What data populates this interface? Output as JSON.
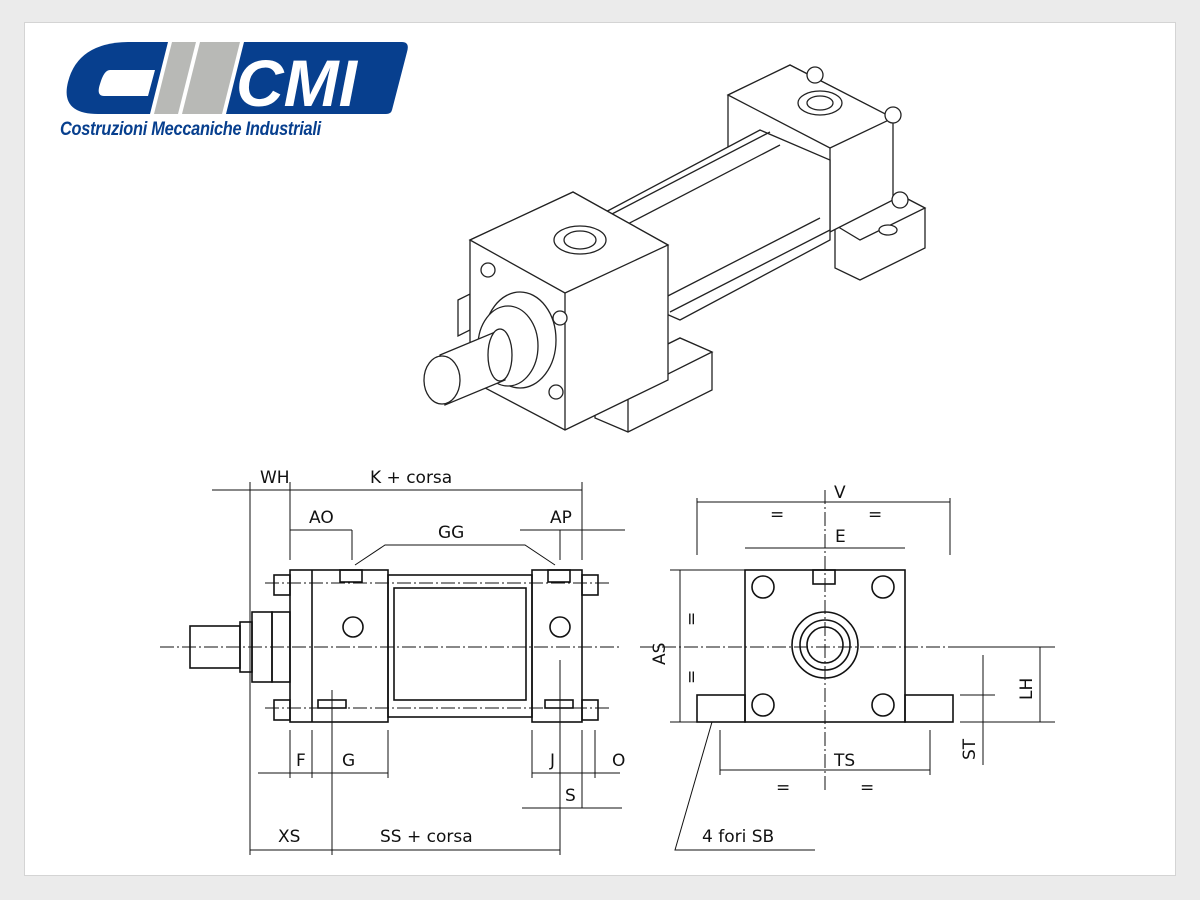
{
  "logo": {
    "brand": "CMI",
    "tagline": "Costruzioni Meccaniche Industriali",
    "colors": {
      "blue": "#073f8e",
      "gray": "#b8b9b6"
    }
  },
  "side_view": {
    "labels": {
      "wh": "WH",
      "k_stroke": "K + corsa",
      "ao": "AO",
      "gg": "GG",
      "ap": "AP",
      "f": "F",
      "g": "G",
      "j": "J",
      "o": "O",
      "s": "S",
      "xs": "XS",
      "ss_stroke": "SS + corsa"
    }
  },
  "end_view": {
    "labels": {
      "v": "V",
      "eq": "=",
      "e": "E",
      "as": "AS",
      "lh": "LH",
      "st": "ST",
      "ts": "TS",
      "holes": "4 fori SB"
    }
  }
}
